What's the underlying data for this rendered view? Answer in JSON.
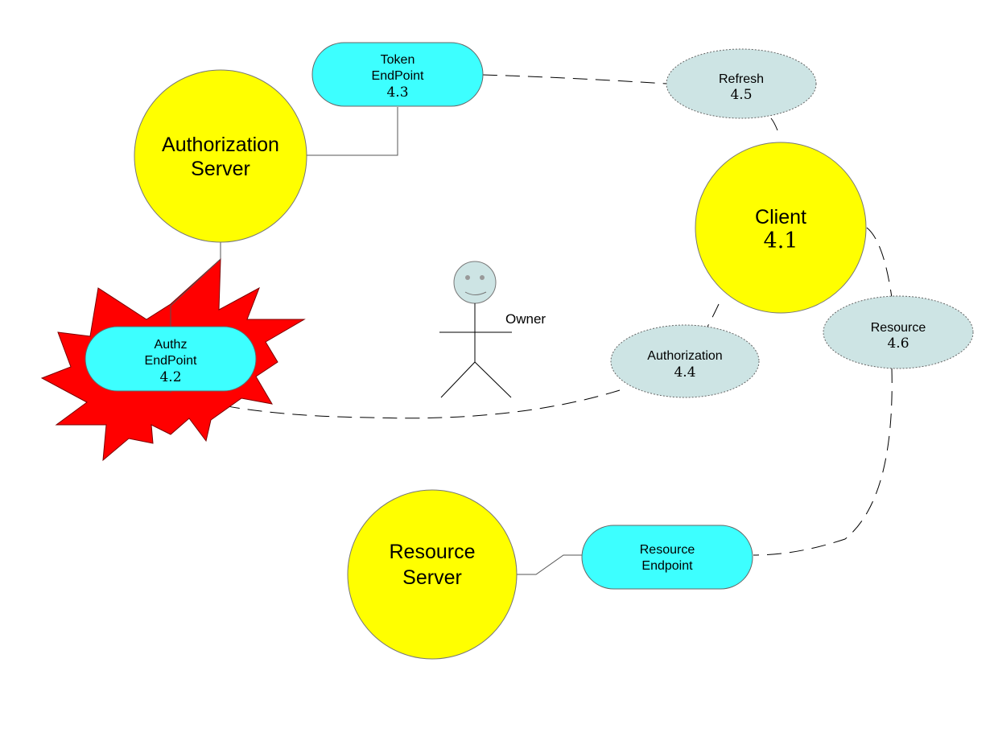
{
  "colors": {
    "server": "#ffff00",
    "endpoint": "#3dffff",
    "flow": "#cde4e4",
    "starburst": "#ff0000",
    "actor_head": "#cde4e4"
  },
  "nodes": {
    "authorization_server": {
      "line1": "Authorization",
      "line2": "Server"
    },
    "resource_server": {
      "line1": "Resource",
      "line2": "Server"
    },
    "client": {
      "label": "Client",
      "number": "4.1"
    },
    "token_endpoint": {
      "line1": "Token",
      "line2": "EndPoint",
      "number": "4.3"
    },
    "authz_endpoint": {
      "line1": "Authz",
      "line2": "EndPoint",
      "number": "4.2"
    },
    "resource_endpoint": {
      "line1": "Resource",
      "line2": "Endpoint"
    },
    "refresh_flow": {
      "label": "Refresh",
      "number": "4.5"
    },
    "authorization_flow": {
      "label": "Authorization",
      "number": "4.4"
    },
    "resource_flow": {
      "label": "Resource",
      "number": "4.6"
    },
    "owner": {
      "label": "Owner",
      "icon": "stick-figure-icon"
    }
  }
}
